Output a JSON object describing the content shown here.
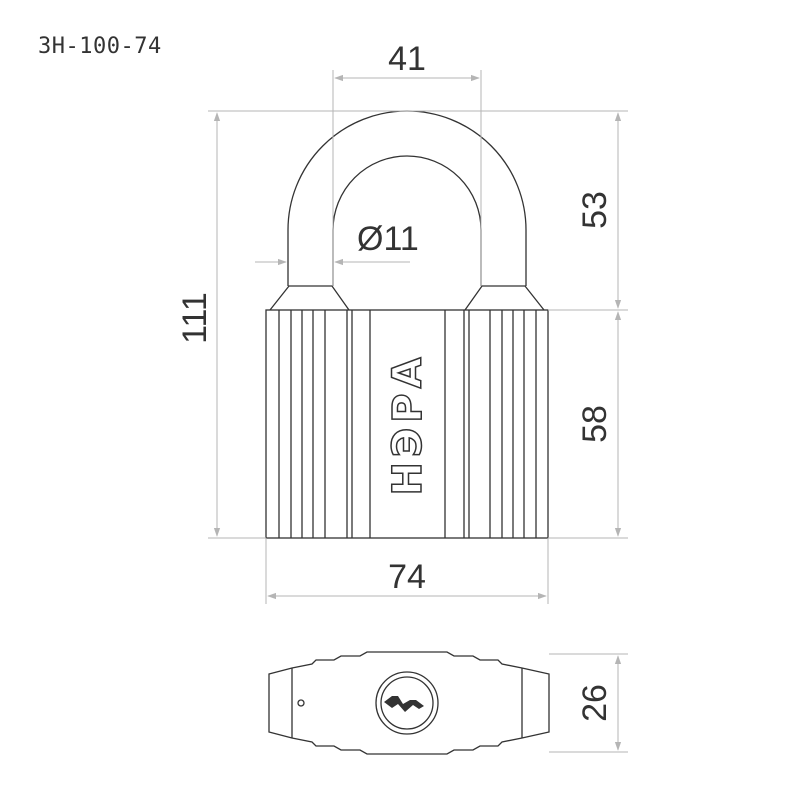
{
  "model_code": "3H-100-74",
  "brand": "НЭРА",
  "dimensions": {
    "shackle_width": "41",
    "shackle_diameter": "Ø11",
    "shackle_height": "53",
    "total_height": "111",
    "body_height": "58",
    "body_width": "74",
    "body_thickness": "26"
  },
  "colors": {
    "outline": "#333333",
    "dimension_line": "#b5b5b5"
  }
}
